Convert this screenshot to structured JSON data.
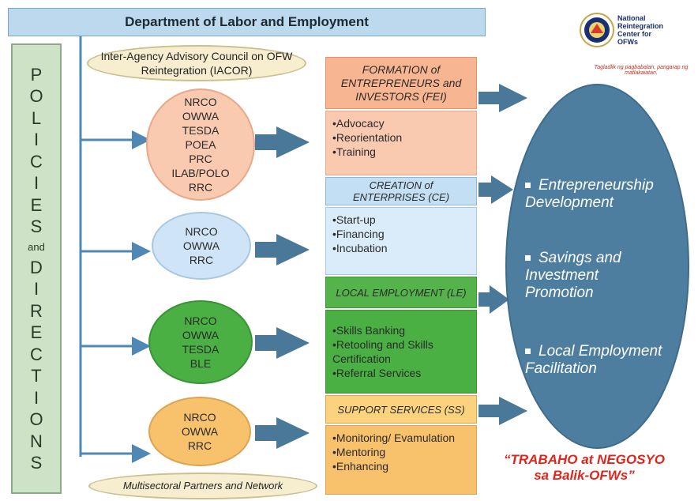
{
  "header": {
    "title": "Department of Labor and Employment"
  },
  "sidebar": {
    "letters": [
      "P",
      "O",
      "L",
      "I",
      "C",
      "I",
      "E",
      "S",
      "and",
      "D",
      "I",
      "R",
      "E",
      "C",
      "T",
      "I",
      "O",
      "N",
      "S"
    ]
  },
  "iacor": {
    "label": "Inter-Agency Advisory Council on OFW Reintegration (IACOR)"
  },
  "partners": {
    "label": "Multisectoral Partners and Network"
  },
  "clusters": [
    {
      "agencies": [
        "NRCO",
        "OWWA",
        "TESDA",
        "POEA",
        "PRC",
        "ILAB/POLO",
        "RRC"
      ],
      "title": "FORMATION of ENTREPRENEURS and INVESTORS (FEI)",
      "items": [
        "•Advocacy",
        "•Reorientation",
        "•Training"
      ]
    },
    {
      "agencies": [
        "NRCO",
        "OWWA",
        "RRC"
      ],
      "title": "CREATION of ENTERPRISES (CE)",
      "items": [
        "•Start-up",
        "•Financing",
        "•Incubation"
      ]
    },
    {
      "agencies": [
        "NRCO",
        "OWWA",
        "TESDA",
        "BLE"
      ],
      "title": "LOCAL EMPLOYMENT (LE)",
      "items": [
        "•Skills Banking",
        "•Retooling and Skills Certification",
        "•Referral Services"
      ]
    },
    {
      "agencies": [
        "NRCO",
        "OWWA",
        "RRC"
      ],
      "title": "SUPPORT SERVICES (SS)",
      "items": [
        "•Monitoring/ Evamulation",
        "•Mentoring",
        "•Enhancing"
      ]
    }
  ],
  "outcomes": [
    "Entrepreneurship Development",
    "Savings and Investment Promotion",
    "Local Employment Facilitation"
  ],
  "slogan": {
    "line1": "“TRABAHO at NEGOSYO",
    "line2": "sa Balik-OFWs”"
  },
  "logo": {
    "lines": [
      "National",
      "Reintegration",
      "Center for",
      "OFWs"
    ],
    "tagline": "Tagladlik ng pagbabalan, pangarap ng matlakaiatan."
  },
  "colors": {
    "cluster1": "#f9c9b0",
    "cluster1_box": "#f7b691",
    "cluster2": "#cfe5f7",
    "cluster2_box": "#c3dff3",
    "cluster3": "#4ab044",
    "cluster3_box": "#54b34a",
    "cluster4": "#f8c16b",
    "cluster4_box": "#fbd27e",
    "arrow": "#4a7898",
    "outcome": "#4d7e9f",
    "slogan": "#e0251a"
  }
}
